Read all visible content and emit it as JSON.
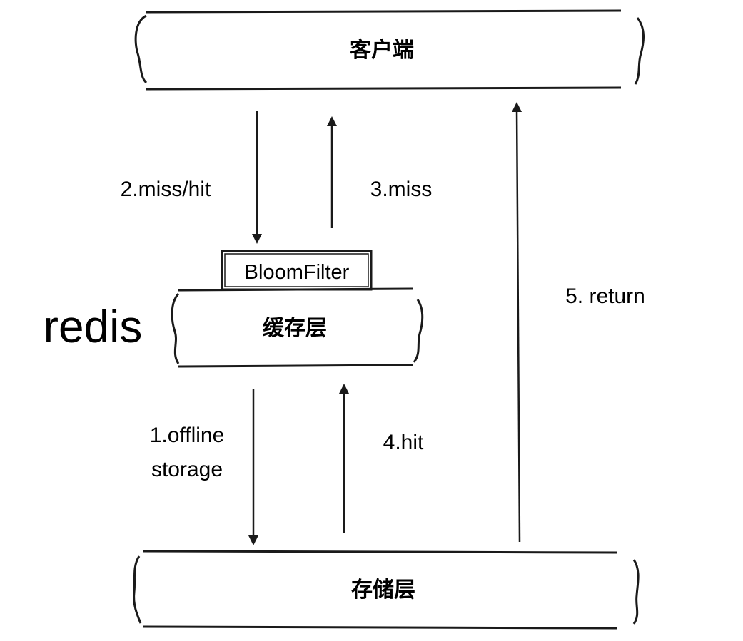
{
  "layers": {
    "client": "客户端",
    "cache": "缓存层",
    "storage": "存储层"
  },
  "bloom_filter": "BloomFilter",
  "cache_name": "redis",
  "arrows": {
    "miss_hit": "2.miss/hit",
    "miss": "3.miss",
    "return": "5. return",
    "offline_line1": "1.offline",
    "offline_line2": "storage",
    "hit": "4.hit"
  },
  "colors": {
    "stroke": "#1a1a1a",
    "text": "#1a1a1a",
    "background": "#ffffff"
  }
}
